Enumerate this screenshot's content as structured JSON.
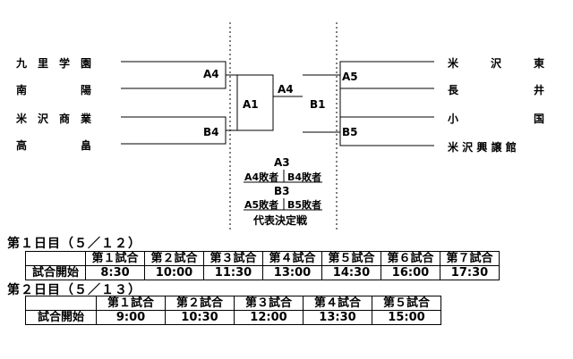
{
  "bracket": {
    "left_teams": [
      "九　里　学　園",
      "南　　　　　陽",
      "米　沢　商　業",
      "高　　　　　畠"
    ],
    "right_teams": [
      "米　　　沢　　　東",
      "長　　　　　　　井",
      "小　　　　　　　国",
      "米 沢 興 譲 館"
    ],
    "labels": {
      "a4_top": "A4",
      "b4": "B4",
      "a1": "A1",
      "a4_mid": "A4",
      "b1": "B1",
      "a5": "A5",
      "b5": "B5"
    },
    "a3": "A3",
    "a3_sub_left": "A4敗者",
    "a3_sub_right": "B4敗者",
    "b3": "B3",
    "b3_sub_left": "A5敗者",
    "b3_sub_right": "B5敗者",
    "rep_match": "代表決定戦"
  },
  "day1": {
    "title": "第１日目（５／１２）",
    "header": [
      "第１試合",
      "第２試合",
      "第３試合",
      "第４試合",
      "第５試合",
      "第６試合",
      "第７試合"
    ],
    "row_label": "試合開始",
    "times": [
      "8:30",
      "10:00",
      "11:30",
      "13:00",
      "14:30",
      "16:00",
      "17:30"
    ]
  },
  "day2": {
    "title": "第２日目（５／１３）",
    "header": [
      "第１試合",
      "第２試合",
      "第３試合",
      "第４試合",
      "第５試合"
    ],
    "row_label": "試合開始",
    "times": [
      "9:00",
      "10:30",
      "12:00",
      "13:30",
      "15:00"
    ]
  }
}
